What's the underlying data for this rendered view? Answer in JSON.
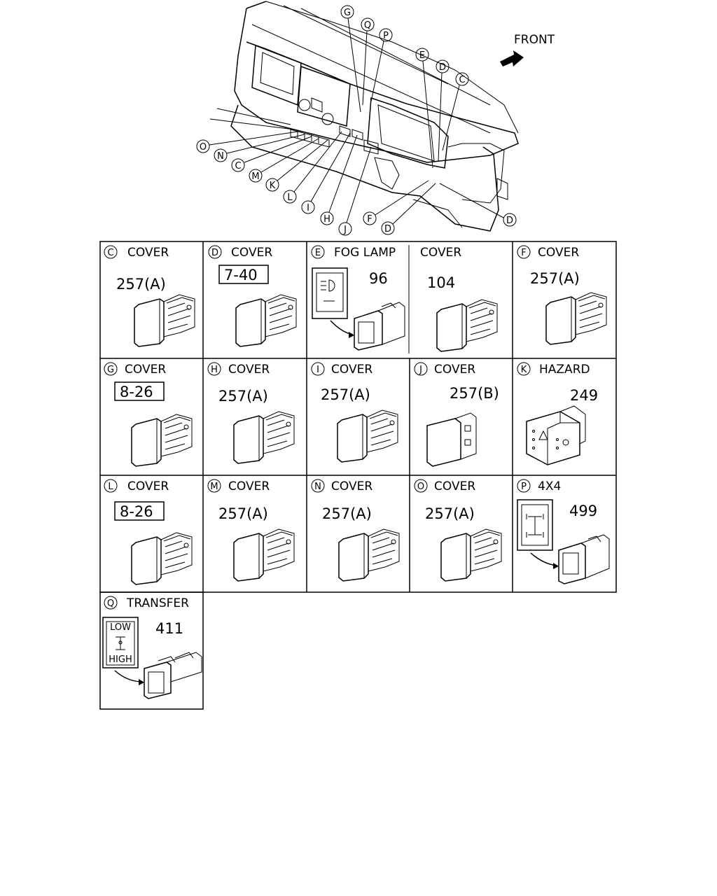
{
  "front_label": "FRONT",
  "callouts_top": [
    "G",
    "Q",
    "P",
    "E",
    "D",
    "C"
  ],
  "callouts_left": [
    "O",
    "N",
    "C",
    "M",
    "K",
    "L",
    "I",
    "H",
    "J",
    "F",
    "D",
    "D"
  ],
  "cells": [
    {
      "letter": "C",
      "title": "COVER",
      "part": "257(A)"
    },
    {
      "letter": "D",
      "title": "COVER",
      "part": "7-40"
    },
    {
      "letter": "E",
      "title": "FOG  LAMP",
      "part": "96"
    },
    {
      "letter": "",
      "title": "COVER",
      "part": "104"
    },
    {
      "letter": "F",
      "title": "COVER",
      "part": "257(A)"
    },
    {
      "letter": "G",
      "title": "COVER",
      "part": "8-26"
    },
    {
      "letter": "H",
      "title": "COVER",
      "part": "257(A)"
    },
    {
      "letter": "I",
      "title": "COVER",
      "part": "257(A)"
    },
    {
      "letter": "J",
      "title": "COVER",
      "part": "257(B)"
    },
    {
      "letter": "K",
      "title": "HAZARD",
      "part": "249"
    },
    {
      "letter": "L",
      "title": "COVER",
      "part": "8-26"
    },
    {
      "letter": "M",
      "title": "COVER",
      "part": "257(A)"
    },
    {
      "letter": "N",
      "title": "COVER",
      "part": "257(A)"
    },
    {
      "letter": "O",
      "title": "COVER",
      "part": "257(A)"
    },
    {
      "letter": "P",
      "title": "4X4",
      "part": "499"
    },
    {
      "letter": "Q",
      "title": "TRANSFER",
      "part": "411"
    }
  ],
  "transfer_indicator": {
    "top": "LOW",
    "bottom": "HIGH"
  }
}
